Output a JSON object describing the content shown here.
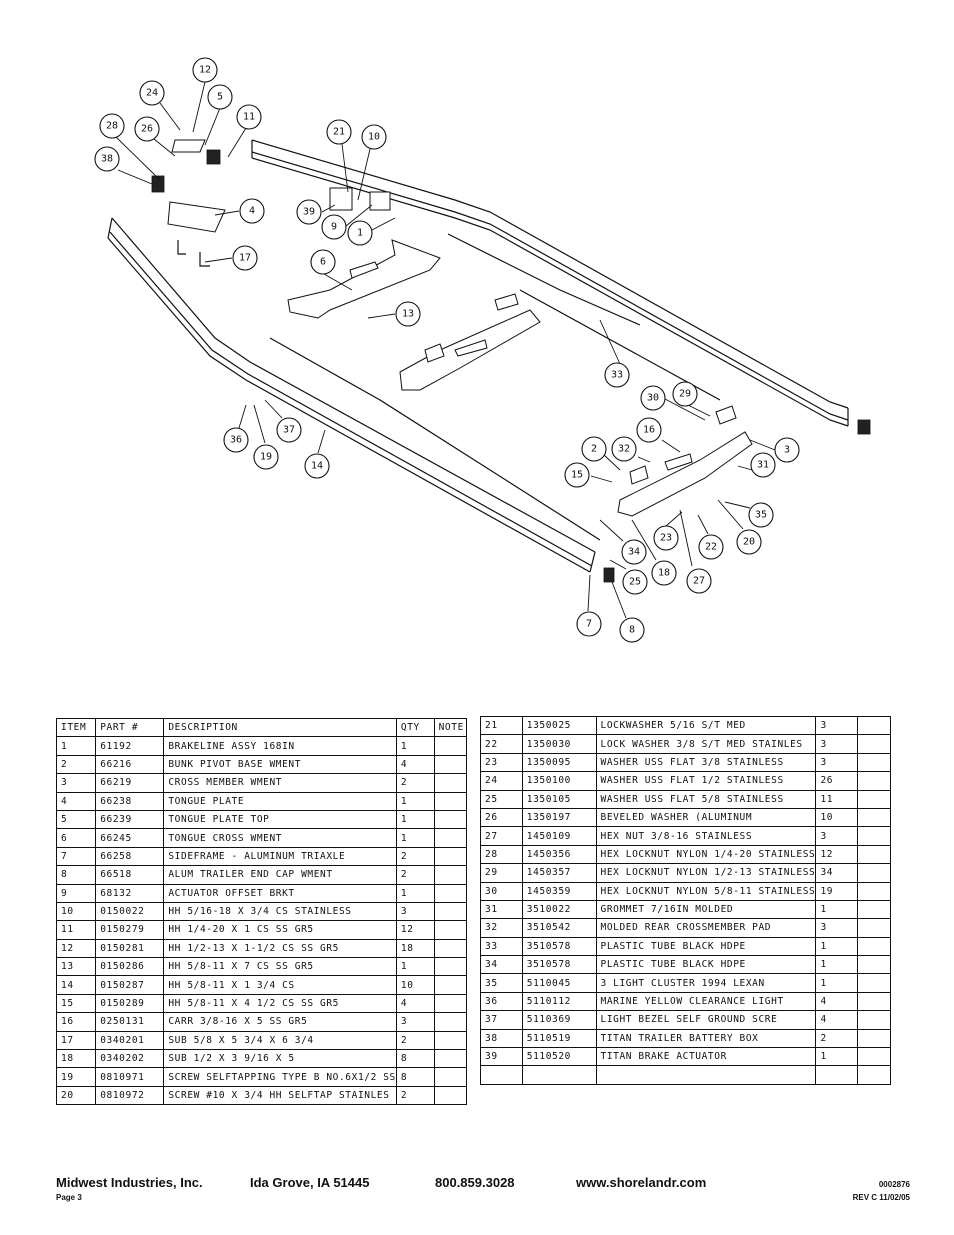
{
  "callouts": [
    {
      "label": "12"
    },
    {
      "label": "24"
    },
    {
      "label": "5"
    },
    {
      "label": "11"
    },
    {
      "label": "28"
    },
    {
      "label": "26"
    },
    {
      "label": "38"
    },
    {
      "label": "4"
    },
    {
      "label": "17"
    },
    {
      "label": "21"
    },
    {
      "label": "10"
    },
    {
      "label": "39"
    },
    {
      "label": "9"
    },
    {
      "label": "1"
    },
    {
      "label": "6"
    },
    {
      "label": "13"
    },
    {
      "label": "33"
    },
    {
      "label": "30"
    },
    {
      "label": "29"
    },
    {
      "label": "16"
    },
    {
      "label": "3"
    },
    {
      "label": "2"
    },
    {
      "label": "32"
    },
    {
      "label": "31"
    },
    {
      "label": "15"
    },
    {
      "label": "35"
    },
    {
      "label": "23"
    },
    {
      "label": "22"
    },
    {
      "label": "20"
    },
    {
      "label": "36"
    },
    {
      "label": "37"
    },
    {
      "label": "19"
    },
    {
      "label": "14"
    },
    {
      "label": "34"
    },
    {
      "label": "25"
    },
    {
      "label": "18"
    },
    {
      "label": "27"
    },
    {
      "label": "7"
    },
    {
      "label": "8"
    }
  ],
  "table_left": {
    "headers": [
      "ITEM",
      "PART #",
      "DESCRIPTION",
      "QTY",
      "NOTE"
    ],
    "rows": [
      [
        "1",
        "61192",
        "BRAKELINE ASSY 168IN",
        "1",
        ""
      ],
      [
        "2",
        "66216",
        "BUNK PIVOT BASE WMENT",
        "4",
        ""
      ],
      [
        "3",
        "66219",
        "CROSS MEMBER WMENT",
        "2",
        ""
      ],
      [
        "4",
        "66238",
        "TONGUE PLATE",
        "1",
        ""
      ],
      [
        "5",
        "66239",
        "TONGUE PLATE TOP",
        "1",
        ""
      ],
      [
        "6",
        "66245",
        "TONGUE CROSS WMENT",
        "1",
        ""
      ],
      [
        "7",
        "66258",
        "SIDEFRAME - ALUMINUM TRIAXLE",
        "2",
        ""
      ],
      [
        "8",
        "66518",
        "ALUM TRAILER END CAP WMENT",
        "2",
        ""
      ],
      [
        "9",
        "68132",
        "ACTUATOR OFFSET BRKT",
        "1",
        ""
      ],
      [
        "10",
        "0150022",
        "HH 5/16-18 X 3/4 CS STAINLESS",
        "3",
        ""
      ],
      [
        "11",
        "0150279",
        "HH 1/4-20 X 1 CS SS GR5",
        "12",
        ""
      ],
      [
        "12",
        "0150281",
        "HH 1/2-13 X 1-1/2 CS SS GR5",
        "18",
        ""
      ],
      [
        "13",
        "0150286",
        "HH 5/8-11 X 7 CS SS GR5",
        "1",
        ""
      ],
      [
        "14",
        "0150287",
        "HH 5/8-11 X 1 3/4 CS",
        "10",
        ""
      ],
      [
        "15",
        "0150289",
        "HH 5/8-11 X 4 1/2 CS SS GR5",
        "4",
        ""
      ],
      [
        "16",
        "0250131",
        "CARR 3/8-16 X 5 SS GR5",
        "3",
        ""
      ],
      [
        "17",
        "0340201",
        "SUB 5/8 X 5 3/4 X 6 3/4",
        "2",
        ""
      ],
      [
        "18",
        "0340202",
        "SUB 1/2 X 3 9/16 X 5",
        "8",
        ""
      ],
      [
        "19",
        "0810971",
        "SCREW SELFTAPPING TYPE B NO.6X1/2 SS",
        "8",
        ""
      ],
      [
        "20",
        "0810972",
        "SCREW #10 X 3/4 HH SELFTAP STAINLES",
        "2",
        ""
      ]
    ]
  },
  "table_right": {
    "rows": [
      [
        "21",
        "1350025",
        "LOCKWASHER 5/16 S/T MED",
        "3",
        ""
      ],
      [
        "22",
        "1350030",
        "LOCK WASHER 3/8 S/T MED STAINLES",
        "3",
        ""
      ],
      [
        "23",
        "1350095",
        "WASHER USS FLAT 3/8 STAINLESS",
        "3",
        ""
      ],
      [
        "24",
        "1350100",
        "WASHER USS FLAT 1/2 STAINLESS",
        "26",
        ""
      ],
      [
        "25",
        "1350105",
        "WASHER USS FLAT 5/8 STAINLESS",
        "11",
        ""
      ],
      [
        "26",
        "1350197",
        "BEVELED WASHER (ALUMINUM",
        "10",
        ""
      ],
      [
        "27",
        "1450109",
        "HEX NUT 3/8-16 STAINLESS",
        "3",
        ""
      ],
      [
        "28",
        "1450356",
        "HEX LOCKNUT NYLON 1/4-20 STAINLESS",
        "12",
        ""
      ],
      [
        "29",
        "1450357",
        "HEX LOCKNUT NYLON 1/2-13 STAINLESS",
        "34",
        ""
      ],
      [
        "30",
        "1450359",
        "HEX LOCKNUT NYLON 5/8-11 STAINLESS",
        "19",
        ""
      ],
      [
        "31",
        "3510022",
        "GROMMET 7/16IN MOLDED",
        "1",
        ""
      ],
      [
        "32",
        "3510542",
        "MOLDED REAR CROSSMEMBER PAD",
        "3",
        ""
      ],
      [
        "33",
        "3510578",
        "PLASTIC TUBE BLACK HDPE",
        "1",
        ""
      ],
      [
        "34",
        "3510578",
        "PLASTIC TUBE BLACK HDPE",
        "1",
        ""
      ],
      [
        "35",
        "5110045",
        "3 LIGHT CLUSTER 1994 LEXAN",
        "1",
        ""
      ],
      [
        "36",
        "5110112",
        "MARINE YELLOW CLEARANCE LIGHT",
        "4",
        ""
      ],
      [
        "37",
        "5110369",
        "LIGHT BEZEL SELF GROUND SCRE",
        "4",
        ""
      ],
      [
        "38",
        "5110519",
        "TITAN TRAILER BATTERY BOX",
        "2",
        ""
      ],
      [
        "39",
        "5110520",
        "TITAN BRAKE ACTUATOR",
        "1",
        ""
      ],
      [
        "",
        "",
        "",
        "",
        ""
      ]
    ]
  },
  "footer": {
    "company": "Midwest Industries, Inc.",
    "location": "Ida Grove, IA  51445",
    "phone": "800.859.3028",
    "website": "www.shorelandr.com",
    "page": "Page 3",
    "doc_number": "0002876",
    "revision": "REV C  11/02/05"
  }
}
